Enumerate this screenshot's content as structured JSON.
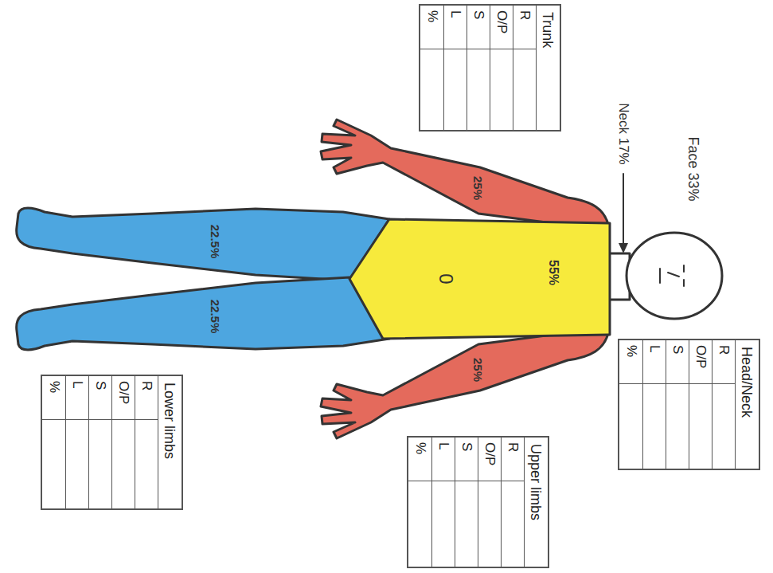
{
  "diagram": {
    "nodes": [
      {
        "text": [
          "Trunk",
          "R",
          "O/P",
          "S",
          "L",
          "%"
        ]
      },
      {
        "text": [
          "Head/Neck",
          "R",
          "O/P",
          "S",
          "L",
          "%"
        ]
      },
      {
        "text": [
          "Upper limbs",
          "R",
          "O/P",
          "S",
          "L",
          "%"
        ]
      },
      {
        "text": [
          "Lower limbs",
          "R",
          "O/P",
          "S",
          "L",
          "%"
        ]
      }
    ],
    "labels": [
      "Face 33%",
      "Neck 17%",
      "55%",
      "0",
      "25%",
      "25%",
      "22.5%",
      "22.5%"
    ]
  }
}
